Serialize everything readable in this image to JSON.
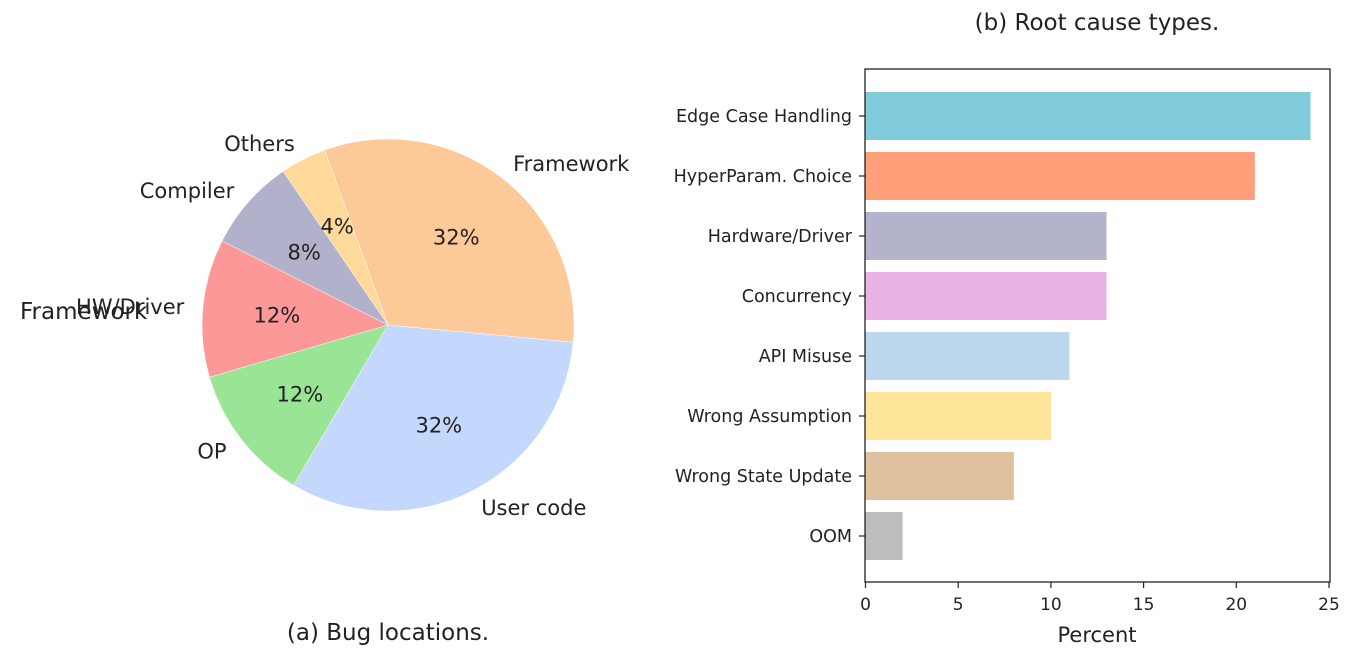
{
  "chart_data": [
    {
      "type": "pie",
      "title": "",
      "caption": "(a) Bug locations.",
      "extra_label": "Framework",
      "slices": [
        {
          "label": "User code",
          "value": 32,
          "pct_label": "32%",
          "color": "#c4d7fd"
        },
        {
          "label": "OP",
          "value": 12,
          "pct_label": "12%",
          "color": "#9ae495"
        },
        {
          "label": "HW/Driver",
          "value": 12,
          "pct_label": "12%",
          "color": "#fd9898"
        },
        {
          "label": "Compiler",
          "value": 8,
          "pct_label": "8%",
          "color": "#b1b1cc"
        },
        {
          "label": "Others",
          "value": 4,
          "pct_label": "4%",
          "color": "#fed99a"
        },
        {
          "label": "Framework",
          "value": 32,
          "pct_label": "32%",
          "color": "#fec998"
        }
      ]
    },
    {
      "type": "bar",
      "orientation": "horizontal",
      "title": "(b) Root cause types.",
      "xlabel": "Percent",
      "ylabel": "",
      "xlim": [
        0,
        25
      ],
      "xticks": [
        0,
        5,
        10,
        15,
        20,
        25
      ],
      "grid": false,
      "categories": [
        "Edge Case Handling",
        "HyperParam. Choice",
        "Hardware/Driver",
        "Concurrency",
        "API Misuse",
        "Wrong Assumption",
        "Wrong State Update",
        "OOM"
      ],
      "values": [
        24,
        21,
        13,
        13,
        11,
        10,
        8,
        2
      ],
      "colors": [
        "#80cbdc",
        "#ffa07a",
        "#b3b3cc",
        "#e9b3e5",
        "#bcd6ee",
        "#ffe599",
        "#dfc19f",
        "#bdbdbd"
      ]
    }
  ]
}
